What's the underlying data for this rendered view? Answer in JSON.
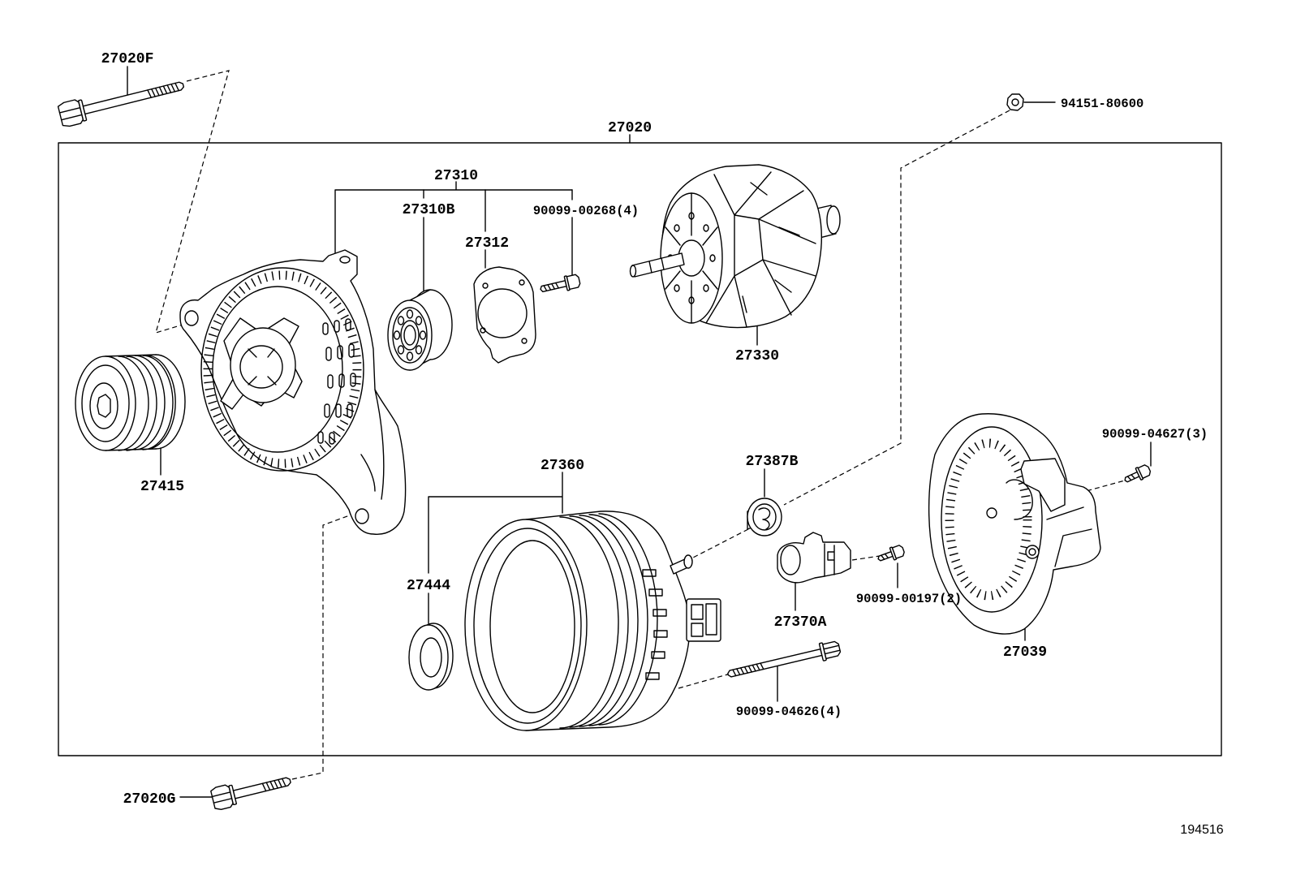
{
  "diagram": {
    "figure_number": "194516",
    "assembly_label": "27020",
    "callouts": {
      "bolt_upper": "27020F",
      "bolt_lower": "27020G",
      "terminal_nut": "94151-80600",
      "front_frame_group": "27310",
      "bearing": "27310B",
      "plate_screw": "90099-00268(4)",
      "retainer": "27312",
      "rotor": "27330",
      "pulley": "27415",
      "stator_frame": "27360",
      "insulator": "27387B",
      "cover_screw": "90099-04627(3)",
      "seal": "27444",
      "brush_holder": "27370A",
      "brush_screw": "90099-00197(2)",
      "rear_cover": "27039",
      "through_bolt": "90099-04626(4)"
    }
  },
  "style": {
    "line_color": "#000000",
    "background": "#ffffff"
  }
}
